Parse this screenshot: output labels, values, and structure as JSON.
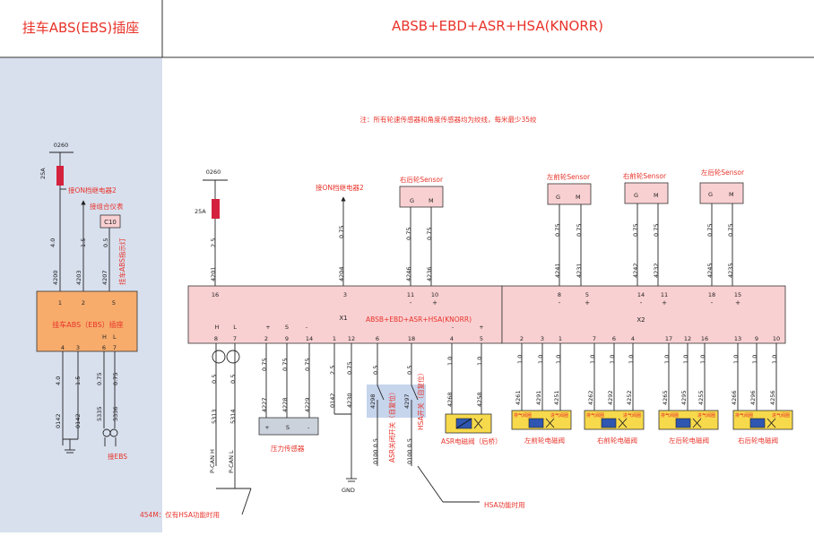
{
  "header": {
    "left_title": "挂车ABS(EBS)插座",
    "right_title": "ABSB+EBD+ASR+HSA(KNORR)"
  },
  "note": "注：所有轮速传感器和角度传感器均为绞线，每米最少35绞",
  "left_panel": {
    "fuse_wire": "0260",
    "fuse_rating": "25A",
    "relay_label": "接ON档继电器2",
    "cluster_label": "接组合仪表",
    "c10_label": "C10",
    "abs_lamp_label": "挂车ABS指示灯",
    "sizes": [
      "4.0",
      "1.5",
      "0.5"
    ],
    "wires_top": [
      "4200",
      "4203",
      "4207"
    ],
    "socket_title": "挂车ABS（EBS）插座",
    "pins_top": [
      "1",
      "2",
      "5"
    ],
    "hl": [
      "H",
      "L"
    ],
    "pins_bottom": [
      "4",
      "3",
      "6",
      "7"
    ],
    "bottom_sizes": [
      "4.0",
      "1.5",
      "0.75",
      "0.75"
    ],
    "bottom_wires": [
      "0142",
      "0142",
      "5335",
      "5336"
    ],
    "ebs_label": "接EBS"
  },
  "ecu": {
    "fuse_wire": "0260",
    "fuse_rating": "25A",
    "relay_label": "接ON档继电器2",
    "x1": "X1",
    "x2": "X2",
    "title": "ABSB+EBD+ASR+HSA(KNORR)",
    "top_pins": [
      "16",
      "3",
      "11",
      "10",
      "8",
      "5",
      "14",
      "11",
      "18",
      "15"
    ],
    "top_wires": [
      "4201",
      "4204",
      "4246",
      "4236",
      "4241",
      "4231",
      "4242",
      "4232",
      "4245",
      "4235"
    ],
    "top_sizes": [
      "2.5",
      "0.75",
      "0.75",
      "0.75",
      "0.75",
      "0.75",
      "0.75",
      "0.75",
      "0.75",
      "0.75"
    ],
    "bottom_pins_x1": [
      "8",
      "7",
      "2",
      "9",
      "14",
      "1",
      "12",
      "6",
      "18",
      "4",
      "5"
    ],
    "bottom_pins_x2": [
      "2",
      "3",
      "1",
      "7",
      "6",
      "4",
      "17",
      "12",
      "16",
      "13",
      "9",
      "10"
    ],
    "pin_marks": [
      "H",
      "L",
      "+",
      "S",
      "-",
      "-",
      "+",
      "-",
      "+",
      "-",
      "+",
      "-",
      "+",
      "-",
      "+"
    ]
  },
  "sensors": [
    {
      "name": "右后轮Sensor",
      "g": "G",
      "m": "M"
    },
    {
      "name": "左前轮Sensor",
      "g": "G",
      "m": "M"
    },
    {
      "name": "右前轮Sensor",
      "g": "G",
      "m": "M"
    },
    {
      "name": "左后轮Sensor",
      "g": "G",
      "m": "M"
    }
  ],
  "bottom": {
    "pcan_h": "P-CAN H",
    "pcan_l": "P-CAN L",
    "can_sizes": [
      "0.5",
      "0.5"
    ],
    "can_wires": [
      "5313",
      "5314"
    ],
    "pressure_sizes": [
      "0.75",
      "0.75",
      "0.75"
    ],
    "pressure_wires": [
      "4227",
      "4228",
      "4229"
    ],
    "pressure_marks": [
      "+",
      "S",
      "-"
    ],
    "pressure_label": "压力传感器",
    "gnd_sizes": [
      "2.5",
      "0.75"
    ],
    "gnd_wires": [
      "0142",
      "4230"
    ],
    "gnd_label": "GND",
    "asr_switch_sizes": [
      "0.5",
      "0.5"
    ],
    "asr_switch_wires": [
      "4298",
      "4297"
    ],
    "asr_switch_label": "ASR关闭开关（自复位）",
    "hsa_switch_label": "HSA开关（自复位）",
    "switch_bottom": [
      "0100 0.5",
      "0100 0.5"
    ],
    "asr_valve_sizes": [
      "1.0",
      "1.0"
    ],
    "asr_valve_wires": [
      "4268",
      "4258"
    ],
    "asr_valve_label": "ASR电磁阀（后桥）",
    "valve_sizes": [
      "1.0",
      "1.0",
      "1.0"
    ],
    "valves": [
      {
        "wires": [
          "4261",
          "4291",
          "4251"
        ],
        "label": "左前轮电磁阀"
      },
      {
        "wires": [
          "4262",
          "4292",
          "4252"
        ],
        "label": "右前轮电磁阀"
      },
      {
        "wires": [
          "4265",
          "4295",
          "4255"
        ],
        "label": "左后轮电磁阀"
      },
      {
        "wires": [
          "4266",
          "4296",
          "4256"
        ],
        "label": "右后轮电磁阀"
      }
    ],
    "valve_tags": [
      "排气阀圈",
      "进气阀圈"
    ],
    "note_454m": "454M：仅有HSA功能时用",
    "note_hsa": "HSA功能时用"
  },
  "colors": {
    "left_bg": "#d8e0ee",
    "ecu_fill": "#f9d0d2",
    "socket_fill": "#f7ac6c",
    "valve_fill": "#f7d94c",
    "switch_fill": "#c6d4ec",
    "label_red": "#e8332a"
  }
}
